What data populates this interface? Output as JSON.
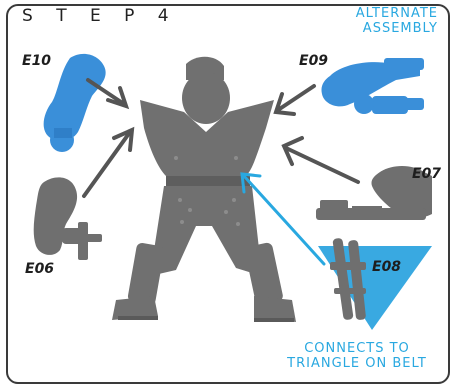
{
  "header": {
    "step_label": "S T E P   4",
    "alternate_line1": "ALTERNATE",
    "alternate_line2": "ASSEMBLY"
  },
  "parts": {
    "e10": "E10",
    "e09": "E09",
    "e06": "E06",
    "e07": "E07",
    "e08": "E08"
  },
  "note": {
    "line1": "CONNECTS TO",
    "line2": "TRIANGLE ON BELT"
  },
  "colors": {
    "accent_blue": "#29a8e0",
    "part_blue": "#3a8fd9",
    "part_gray": "#6f6f6f",
    "arrow_gray": "#555555"
  }
}
